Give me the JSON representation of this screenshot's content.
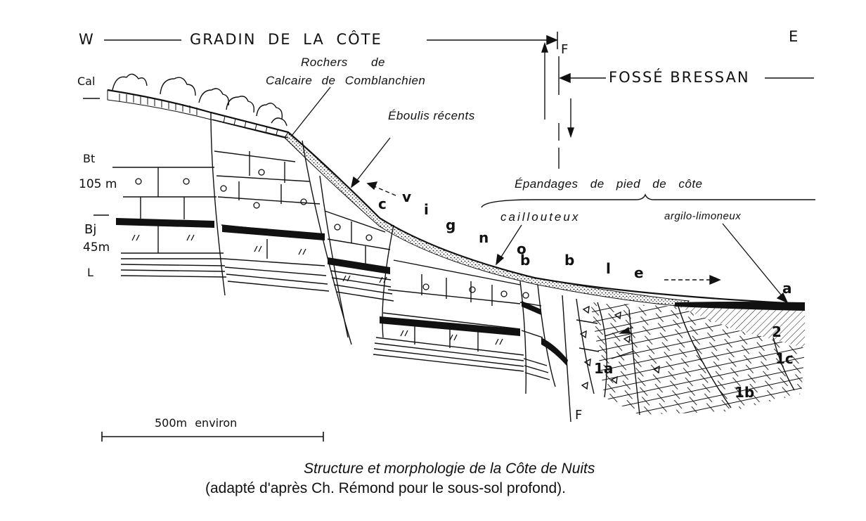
{
  "header": {
    "west": "W",
    "east": "E",
    "gradin": "GRADIN DE LA CÔTE",
    "fosse": "FOSSÉ BRESSAN",
    "fault_top": "F",
    "fault_bottom": "F"
  },
  "annotations": {
    "rochers_line1": "Rochers de",
    "rochers_line2": "Calcaire de Comblanchien",
    "eboulis": "Éboulis récents",
    "epandages": "Épandages de pied de côte",
    "caillouteux": "caillouteux",
    "argilo": "argilo-limoneux"
  },
  "strata": {
    "cal": "Cal",
    "bt": "Bt",
    "thick_105": "105 m",
    "bj": "Bj",
    "thick_45": "45m",
    "l": "L"
  },
  "vignoble_letters": [
    "v",
    "i",
    "g",
    "n",
    "o",
    "b",
    "l",
    "e"
  ],
  "markers": {
    "a": "a",
    "b": "b",
    "c": "c",
    "u1a": "1a",
    "u1b": "1b",
    "u1c": "1c",
    "u2": "2"
  },
  "scale": {
    "label": "500m environ"
  },
  "caption": {
    "line1": "Structure et morphologie de la Côte de Nuits",
    "line2": "(adapté d'après Ch. Rémond pour le sous-sol profond)."
  },
  "colors": {
    "ink": "#111111",
    "paper": "#ffffff"
  }
}
